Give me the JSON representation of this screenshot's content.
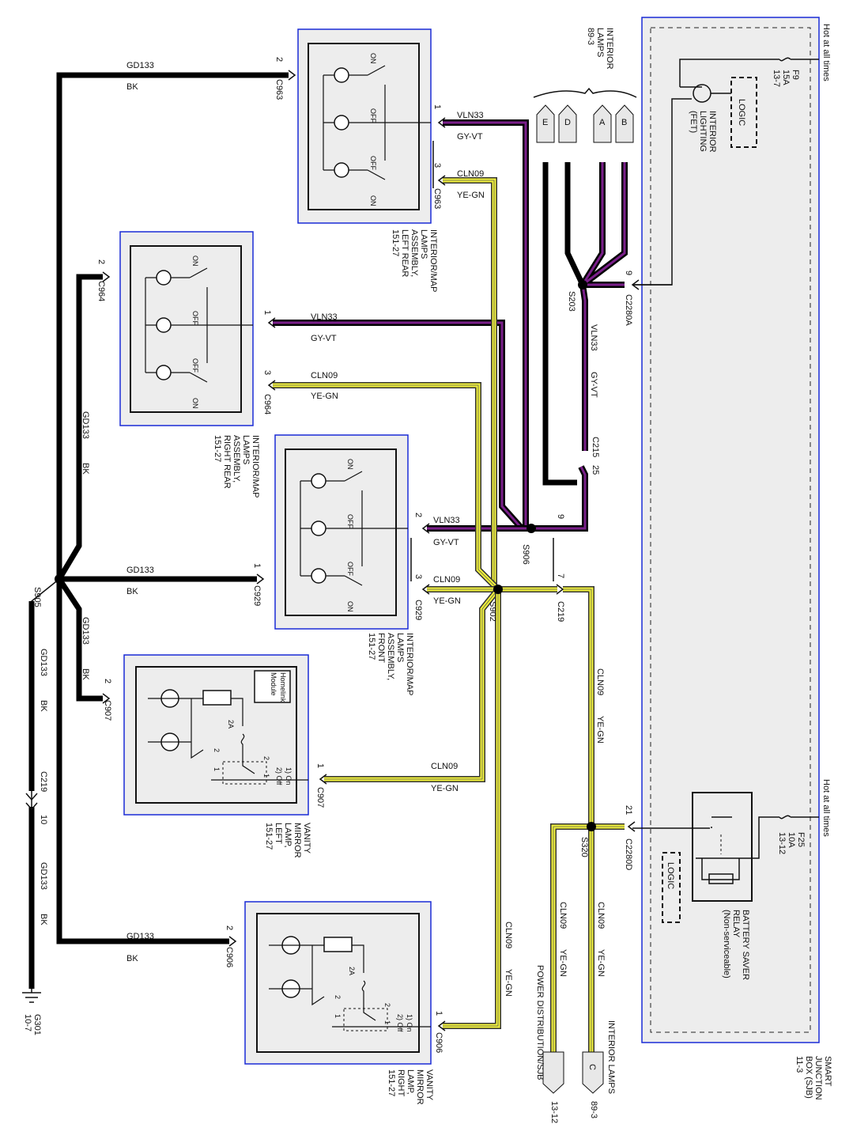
{
  "colors": {
    "vln_wire": "#7a1f8a",
    "cln_wire": "#f2f23a",
    "ground_wire": "#000000",
    "module_border": "#1a2bd6",
    "module_fill": "#ededed"
  },
  "ground": {
    "wire": "GD133",
    "color": "BK",
    "splice": "S905",
    "inline_connector": "C219",
    "inline_pin": "10",
    "ground_point": "G301",
    "ground_ref": "10-7"
  },
  "wires": {
    "vln": "VLN33",
    "vln_color": "GY-VT",
    "cln": "CLN09",
    "cln_color": "YE-GN"
  },
  "left_rear": {
    "title_lines": [
      "INTERIOR/MAP",
      "LAMPS",
      "ASSEMBLY,",
      "LEFT REAR",
      "151-27"
    ],
    "connector": "C963",
    "pin_ground": "2",
    "pin_vln": "1",
    "pin_cln": "3",
    "switch_labels": [
      "ON",
      "OFF",
      "OFF",
      "ON"
    ]
  },
  "right_rear": {
    "title_lines": [
      "INTERIOR/MAP",
      "LAMPS",
      "ASSEMBLY,",
      "RIGHT REAR",
      "151-27"
    ],
    "connector": "C964",
    "pin_ground": "2",
    "pin_vln": "1",
    "pin_cln": "3",
    "switch_labels": [
      "ON",
      "OFF",
      "OFF",
      "ON"
    ]
  },
  "front": {
    "title_lines": [
      "INTERIOR/MAP",
      "LAMPS",
      "ASSEMBLY,",
      "FRONT",
      "151-27"
    ],
    "connector": "C929",
    "pin_ground": "1",
    "pin_vln": "2",
    "pin_cln": "3",
    "switch_labels": [
      "ON",
      "OFF",
      "OFF",
      "ON"
    ]
  },
  "vanity_left": {
    "title_lines": [
      "VANITY",
      "MIRROR",
      "LAMP,",
      "LEFT",
      "151-27"
    ],
    "connector": "C907",
    "pin_ground": "2",
    "pin_cln": "1",
    "module_lines": [
      "Homelink",
      "Module"
    ],
    "fuse": "2A",
    "positions": [
      "1) On",
      "2) Off"
    ],
    "contacts": [
      "2",
      "1",
      "2",
      "1"
    ]
  },
  "vanity_right": {
    "title_lines": [
      "VANITY",
      "MIRROR",
      "LAMP,",
      "RIGHT",
      "151-27"
    ],
    "connector": "C906",
    "pin_ground": "2",
    "pin_cln": "1",
    "fuse": "2A",
    "positions": [
      "1) On",
      "2) Off"
    ],
    "contacts": [
      "2",
      "1",
      "2",
      "1"
    ]
  },
  "splices": {
    "s906": "S906",
    "s902": "S902",
    "s203": "S203",
    "s320": "S320"
  },
  "inline": {
    "c215": "C215",
    "c215_pin": "25",
    "c215_side_pin": "9",
    "c219": "C219",
    "c219_pin": "7"
  },
  "interior_lamps_top": {
    "title_lines": [
      "INTERIOR",
      "LAMPS",
      "89-3"
    ],
    "pins": [
      "E",
      "D",
      "A",
      "B"
    ]
  },
  "sjb": {
    "title_lines": [
      "SMART",
      "JUNCTION",
      "BOX (SJB)",
      "11-3"
    ],
    "hot_label": "Hot at all times",
    "f9_lines": [
      "F9",
      "15A",
      "13-7"
    ],
    "f25_lines": [
      "F25",
      "10A",
      "13-12"
    ],
    "logic": "LOGIC",
    "fet_lines": [
      "INTERIOR",
      "LIGHTING",
      "(FET)"
    ],
    "relay_lines": [
      "BATTERY SAVER",
      "RELAY",
      "(Non-serviceable)"
    ],
    "c2280a": "C2280A",
    "c2280a_pin": "9",
    "c2280d": "C2280D",
    "c2280d_pin": "21"
  },
  "outputs": {
    "interior_lamps": "INTERIOR LAMPS",
    "interior_lamps_pin": "C",
    "interior_lamps_ref": "89-3",
    "power_dist": "POWER DISTRIBUTION/SJB",
    "power_dist_ref": "13-12"
  }
}
